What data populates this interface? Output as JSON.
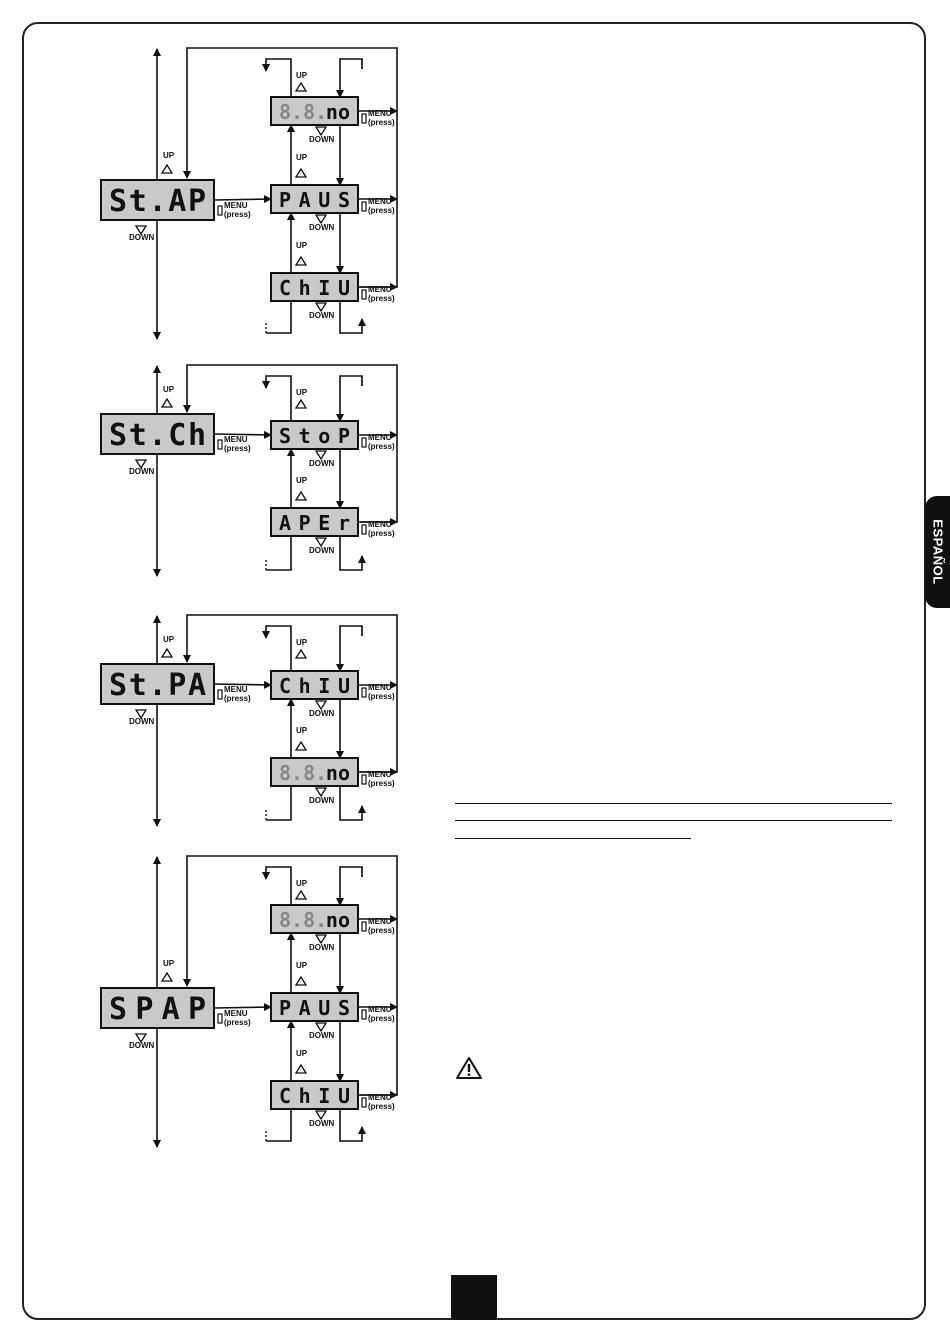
{
  "sidebar_tab": "ESPAÑOL",
  "labels": {
    "up": "UP",
    "down": "DOWN",
    "menu": "MENU",
    "press": "(press)"
  },
  "diagrams": [
    {
      "main": "St.AP",
      "options": [
        "no",
        "PAUS",
        "ChIU"
      ],
      "option_prefix": [
        "8.8.",
        "",
        ""
      ]
    },
    {
      "main": "St.Ch",
      "options": [
        "StoP",
        "APEr"
      ],
      "option_prefix": [
        "",
        ""
      ]
    },
    {
      "main": "St.PA",
      "options": [
        "ChIU",
        "no"
      ],
      "option_prefix": [
        "",
        "8.8."
      ]
    },
    {
      "main": "SPAP",
      "options": [
        "no",
        "PAUS",
        "ChIU"
      ],
      "option_prefix": [
        "8.8.",
        "",
        ""
      ]
    }
  ]
}
